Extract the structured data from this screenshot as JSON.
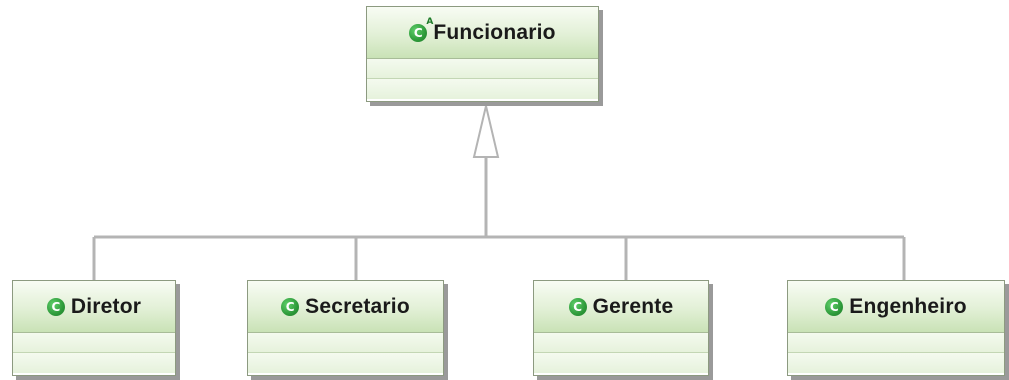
{
  "diagram": {
    "parent": {
      "name": "Funcionario",
      "icon": "abstract-class-icon",
      "icon_glyph": "C",
      "abstract_glyph": "A"
    },
    "children": [
      {
        "name": "Diretor",
        "icon": "class-icon",
        "icon_glyph": "C"
      },
      {
        "name": "Secretario",
        "icon": "class-icon",
        "icon_glyph": "C"
      },
      {
        "name": "Gerente",
        "icon": "class-icon",
        "icon_glyph": "C"
      },
      {
        "name": "Engenheiro",
        "icon": "class-icon",
        "icon_glyph": "C"
      }
    ],
    "relationship": "generalization",
    "colors": {
      "header_gradient_top": "#f8fcf4",
      "header_gradient_bottom": "#c9e2b6",
      "border": "#8c9a80",
      "connector": "#b4b4b4",
      "icon_green": "#2e9a3a"
    }
  }
}
